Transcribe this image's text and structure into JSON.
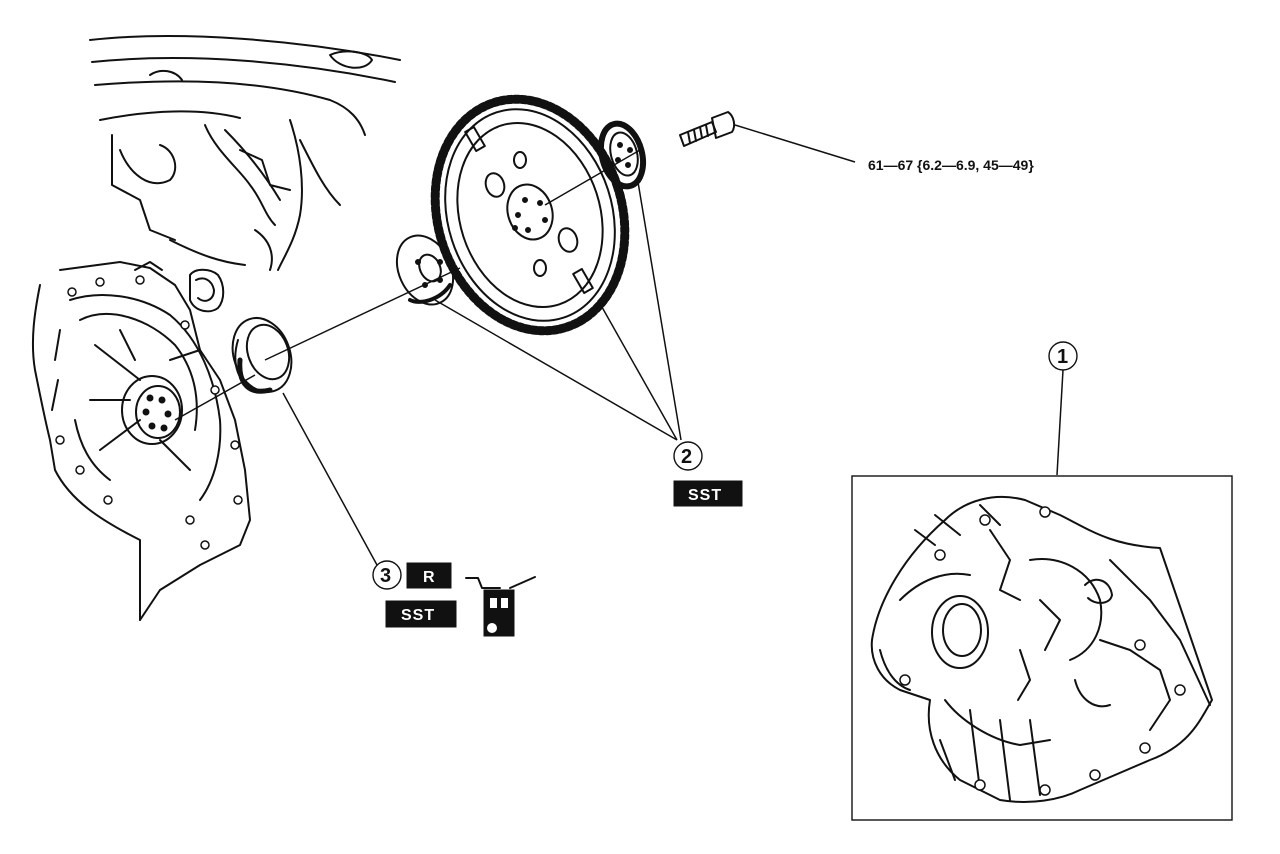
{
  "torque_label": "61—67 {6.2—6.9, 45—49}",
  "callouts": {
    "one": "1",
    "two": "2",
    "three": "3"
  },
  "badges": {
    "sst_2": "SST",
    "r_3": "R",
    "sst_3": "SST"
  },
  "parts": [
    "engine-block",
    "oil-seal",
    "flywheel-backing-plate",
    "drive-plate",
    "adapter-plate",
    "drive-plate-bolt",
    "transaxle",
    "seal-installer-tool"
  ]
}
